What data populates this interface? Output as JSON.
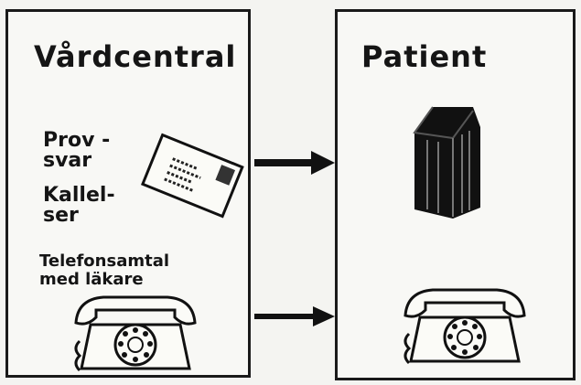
{
  "left_panel": {
    "title": "Vårdcentral",
    "items": [
      {
        "label": "Prov -\nsvar"
      },
      {
        "label": "Kallel-\nser"
      },
      {
        "label": "Telefonsamtal\nmed läkare"
      }
    ],
    "icons": [
      "envelope-icon",
      "rotary-phone-icon"
    ]
  },
  "right_panel": {
    "title": "Patient",
    "icons": [
      "house-icon",
      "rotary-phone-icon"
    ]
  },
  "arrows": [
    "mail-arrow",
    "phone-arrow"
  ]
}
